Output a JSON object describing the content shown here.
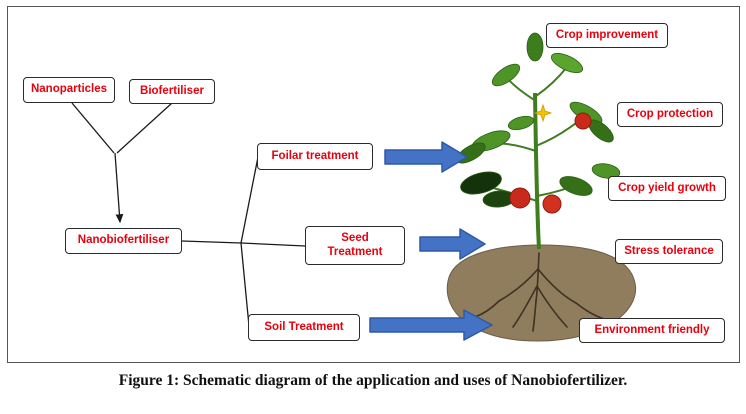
{
  "caption": "Figure 1: Schematic diagram of the application and uses of Nanobiofertilizer.",
  "nodes": {
    "nanoparticles": "Nanoparticles",
    "biofertiliser": "Biofertiliser",
    "nanobiofertiliser": "Nanobiofertiliser",
    "foilar_treatment": "Foilar treatment",
    "seed_treatment": "Seed Treatment",
    "soil_treatment": "Soil Treatment"
  },
  "benefits": {
    "crop_improvement": "Crop improvement",
    "crop_protection": "Crop protection",
    "crop_yield_growth": "Crop yield growth",
    "stress_tolerance": "Stress tolerance",
    "environment_friendly": "Environment friendly"
  },
  "icons": {
    "plant_illustration": "tomato-plant-with-roots-in-soil",
    "block_arrow": "right-block-arrow"
  },
  "colors": {
    "label_text": "#e8000d",
    "box_border": "#2b2b2b",
    "connector": "#1a1a1a",
    "arrow_fill": "#4472c4",
    "arrow_stroke": "#2e59a8",
    "soil": "#8f7d5e",
    "stem_green": "#3f7d1e",
    "leaf_green": "#4e9427",
    "leaf_dark": "#14330c",
    "tomato_red": "#c92a1c",
    "flower_yellow": "#f2c400"
  }
}
